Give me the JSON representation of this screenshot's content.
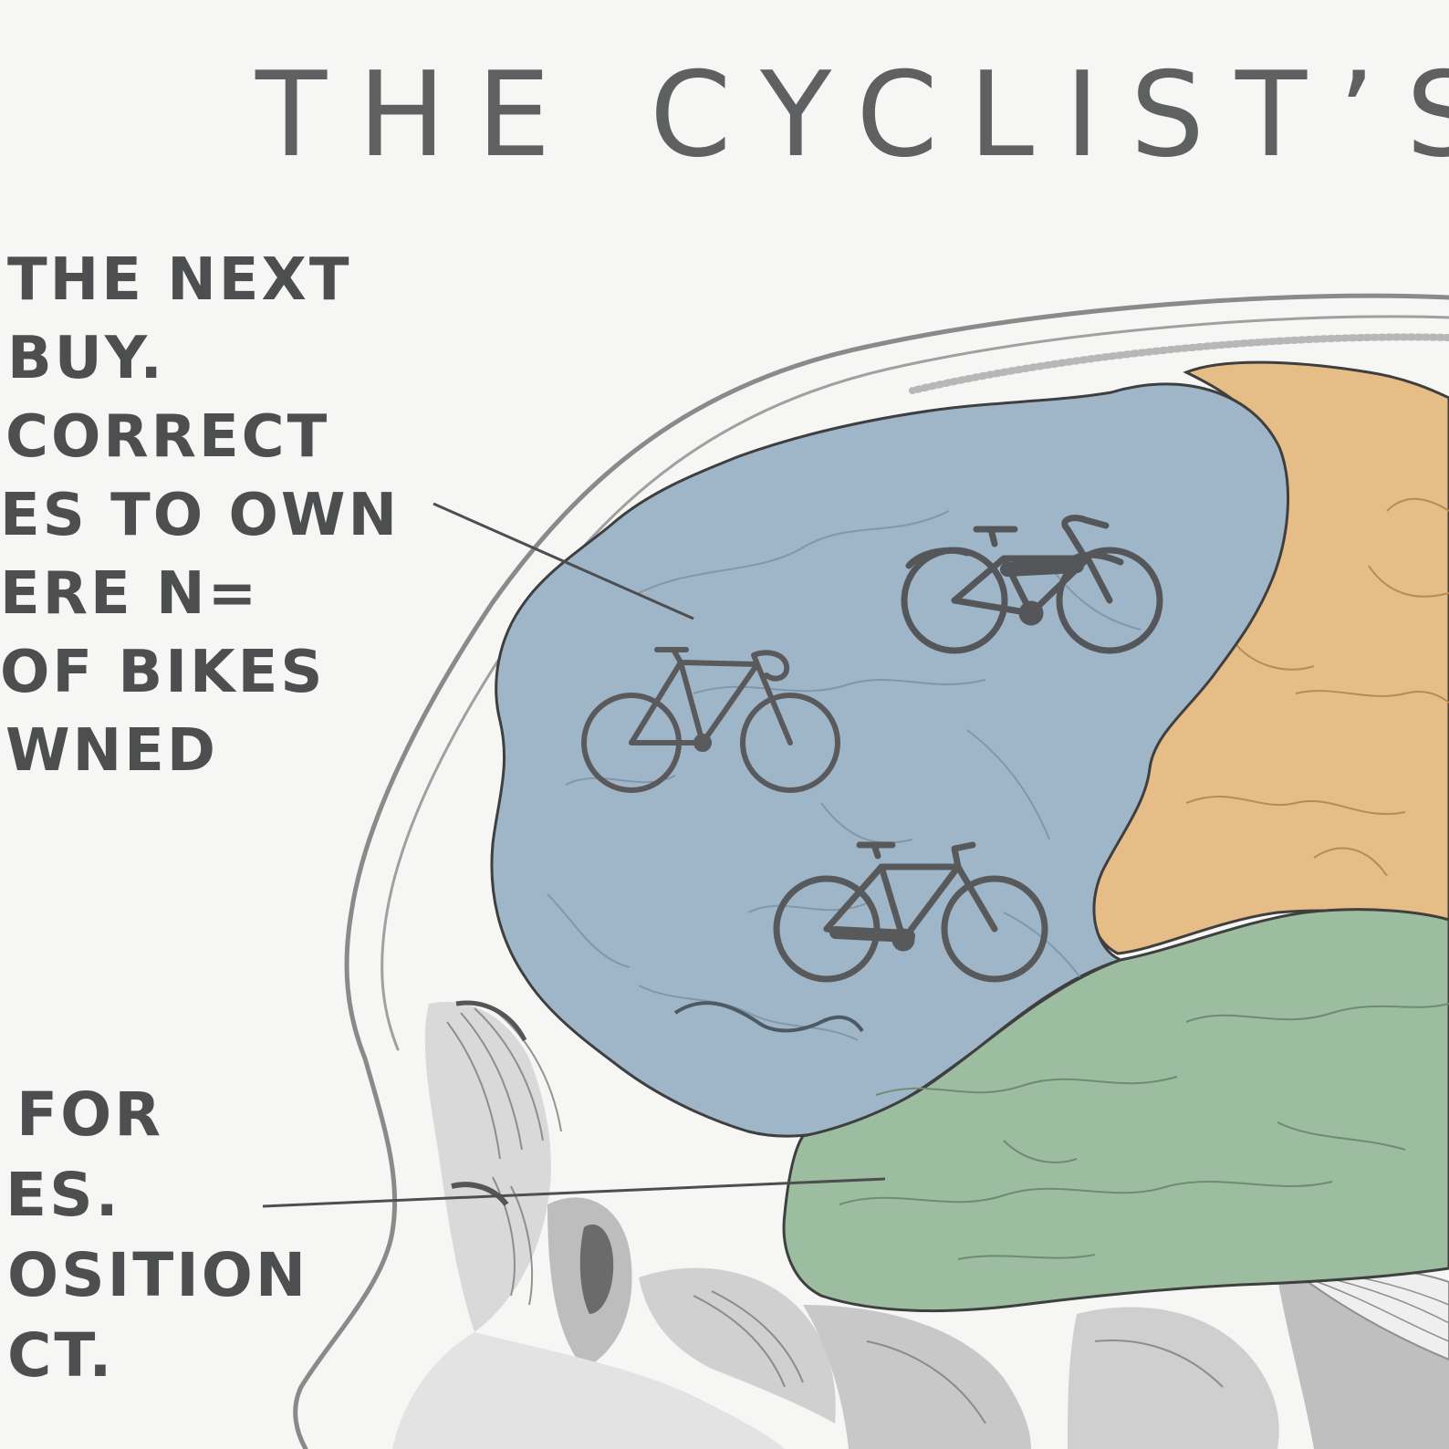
{
  "title": "THE CYCLIST’S",
  "captions": {
    "upper": [
      "THE NEXT",
      "BUY.",
      "CORRECT",
      "ES TO OWN",
      "ERE N=",
      "OF BIKES",
      "WNED"
    ],
    "lower": [
      "FOR",
      "ES.",
      "OSITION",
      "CT."
    ]
  },
  "colors": {
    "frontal_lobe": "#9fb6c9",
    "parietal_lobe": "#e6bd87",
    "temporal_lobe": "#9dbda0",
    "ink": "#4d4e50"
  },
  "icons": [
    "road-bike-icon",
    "motor-bike-icon",
    "city-bike-icon"
  ]
}
